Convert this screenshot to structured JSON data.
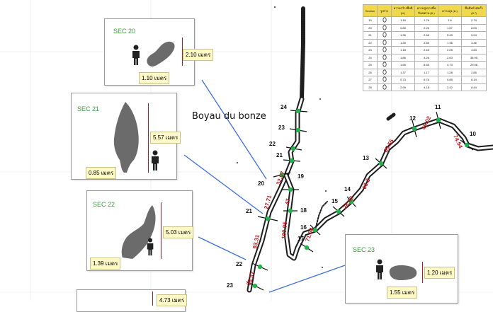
{
  "cave_name": "Boyau du bonze",
  "table": {
    "headers": [
      "Section",
      "รูปร่าง",
      "ความกว้างพื้นที่\n(ม.)",
      "ความสูงจากพื้นถึงเพดาน\n(ม.)",
      "ความสูง\n(ม.)",
      "พื้นที่หน้าตัดถ้ำ\n(ม.²)"
    ],
    "rows": [
      [
        "19",
        "",
        "1.16",
        "1.76",
        "1.6",
        "2.74"
      ],
      [
        "20",
        "",
        "0.85",
        "2.26",
        "1.57",
        "8.03"
      ],
      [
        "21",
        "",
        "1.36",
        "2.66",
        "5.43",
        "5.94"
      ],
      [
        "22",
        "",
        "1.35",
        "2.85",
        "1.36",
        "3.46"
      ],
      [
        "23",
        "",
        "1.18",
        "2.63",
        "2.05",
        "4.53"
      ],
      [
        "24",
        "",
        "1.86",
        "4.26",
        "2.63",
        "38.95"
      ],
      [
        "25",
        "",
        "1.66",
        "8.55",
        "4.73",
        "29.56"
      ],
      [
        "26",
        "",
        "1.37",
        "1.17",
        "1.28",
        "2.85"
      ],
      [
        "27",
        "",
        "0.73",
        "6.76",
        "0.85",
        "8.14"
      ],
      [
        "28",
        "",
        "2.99",
        "4.18",
        "2.42",
        "8.44"
      ]
    ]
  },
  "sections": [
    {
      "title": "SEC 20",
      "width": "1.10 เมตร",
      "height": "2.10 เมตร"
    },
    {
      "title": "SEC 21",
      "width": "0.85 เมตร",
      "height": "5.57 เมตร"
    },
    {
      "title": "SEC 22",
      "width": "1.39 เมตร",
      "height": "5.03 เมตร"
    },
    {
      "title": "SEC 23",
      "width": "1.55 เมตร",
      "height": "1.20 เมตร"
    },
    {
      "height": "4.73 เมตร"
    }
  ],
  "station_labels": [
    "24",
    "23",
    "22",
    "21",
    "20",
    "19",
    "18",
    "21",
    "22",
    "23",
    "17",
    "16",
    "15",
    "14",
    "13",
    "12",
    "11",
    "10"
  ],
  "distance_labels": [
    "32.07",
    "27.71",
    "93.31",
    "38.37",
    "47",
    "109.95",
    "71.68",
    "28.83",
    "60.3",
    "85.55",
    "49.02",
    "74.54"
  ],
  "colors": {
    "section_title": "#3a9b3a",
    "distance": "#c0131a",
    "station": "#22b14c",
    "leader": "#3f6fd8",
    "cave_shape": "#6b6b6b"
  }
}
